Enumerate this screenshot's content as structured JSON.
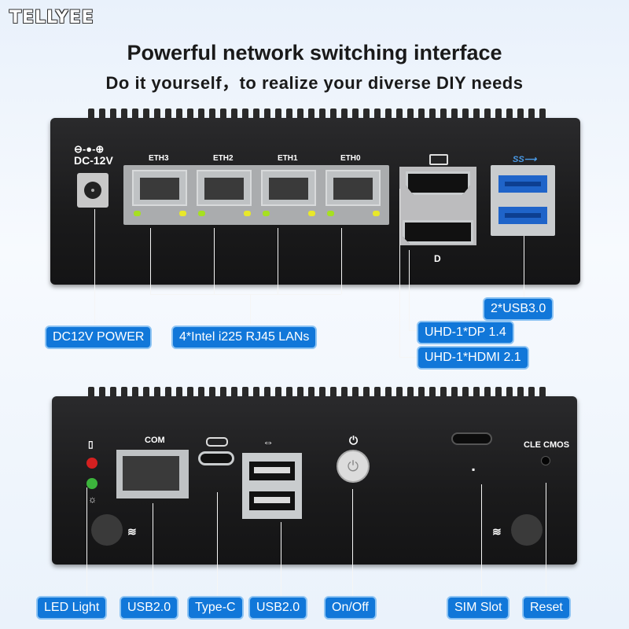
{
  "brand": {
    "logo": "TELLYEE"
  },
  "header": {
    "title": "Powerful network switching interface",
    "subtitle": "Do it yourself，to realize your diverse DIY needs"
  },
  "front_panel": {
    "dc_label": "DC-12V",
    "port_labels": [
      "ETH3",
      "ETH2",
      "ETH1",
      "ETH0"
    ],
    "callouts": {
      "dc_power": "DC12V POWER",
      "lan": "4*Intel i225 RJ45 LANs",
      "usb3": "2*USB3.0",
      "dp": "UHD-1*DP 1.4",
      "hdmi": "UHD-1*HDMI 2.1"
    }
  },
  "back_panel": {
    "com_label": "COM",
    "cmos_label": "CLE CMOS",
    "callouts": {
      "led": "LED Light",
      "usb2_left": "USB2.0",
      "typec": "Type-C",
      "usb2_right": "USB2.0",
      "onoff": "On/Off",
      "sim": "SIM Slot",
      "reset": "Reset"
    }
  },
  "colors": {
    "callout_bg": "#1177d9",
    "callout_border": "#8ec4f3",
    "led_green": "#a6e021",
    "led_yellow": "#e8e82a",
    "led_red": "#d42020"
  },
  "icons": [
    "power-icon",
    "usb-icon",
    "ss-usb-icon",
    "wifi-icon",
    "sim-icon",
    "hdd-icon",
    "bulb-icon",
    "displayport-icon"
  ]
}
